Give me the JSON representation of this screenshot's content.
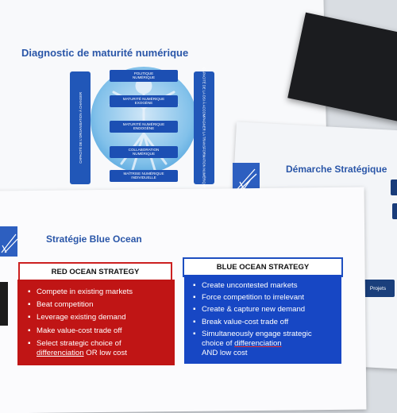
{
  "diagnostic": {
    "title": "Diagnostic de maturité numérique",
    "left_bar": "CAPACITÉ DE L'ORGANISATION À CHANGER",
    "right_bar": "CAPACITÉ DE LA DSI À ACCOMPAGNER LA TRANSFORMATION NUMÉRIQUE",
    "boxes": [
      [
        "POLITIQUE",
        "NUMÉRIQUE"
      ],
      [
        "MATURITÉ NUMÉRIQUE",
        "EXOGÈNE"
      ],
      [
        "MATURITÉ NUMÉRIQUE",
        "ENDOGÈNE"
      ],
      [
        "COLLABORATION",
        "NUMÉRIQUE"
      ],
      [
        "MAÎTRISE NUMÉRIQUE",
        "INDIVIDUELLE"
      ]
    ]
  },
  "demarche": {
    "title": "Démarche Stratégique"
  },
  "projets_label": "Projets",
  "blue_ocean": {
    "title": "Stratégie Blue Ocean",
    "red": {
      "header": "RED OCEAN STRATEGY",
      "items": [
        "Compete in existing markets",
        "Beat competition",
        "Leverage existing demand",
        "Make value-cost trade off"
      ],
      "last_item_line1": "Select strategic choice of",
      "last_item_word": "differenciation",
      "last_item_rest": " OR low cost"
    },
    "blue": {
      "header": "BLUE OCEAN STRATEGY",
      "items": [
        "Create uncontested markets",
        "Force competition to irrelevant",
        "Create & capture new demand",
        "Break value-cost trade off"
      ],
      "last_item_line1": "Simultaneously engage strategic",
      "last_item_line2a": "choice of ",
      "last_item_word": "differenciation",
      "last_item_line3": "AND low cost"
    }
  },
  "colors": {
    "red_panel": "#c01515",
    "blue_panel": "#1747c4",
    "title_blue": "#2a56a8",
    "bar_blue": "#2157b8"
  }
}
